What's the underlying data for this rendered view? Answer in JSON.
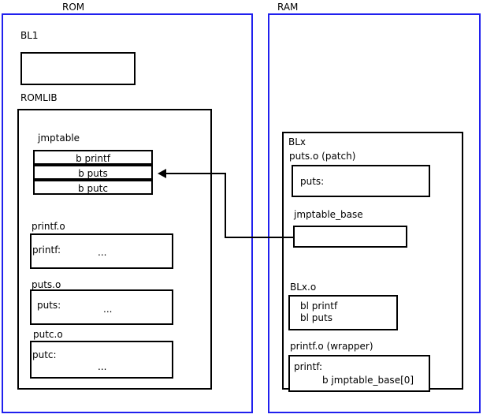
{
  "diagram": {
    "type": "block-diagram",
    "title": "ROM/RAM jump table patching layout",
    "regions": [
      {
        "name": "ROM",
        "label": "ROM",
        "color": "#2020ee"
      },
      {
        "name": "RAM",
        "label": "RAM",
        "color": "#2020ee"
      }
    ]
  },
  "rom": {
    "title": "ROM",
    "bl1": {
      "label": "BL1"
    },
    "romlib": {
      "label": "ROMLIB",
      "jmptable": {
        "label": "jmptable",
        "entries": [
          "b printf",
          "b puts",
          "b putc"
        ]
      },
      "objects": [
        {
          "label": "printf.o",
          "symbol": "printf:",
          "body": "..."
        },
        {
          "label": "puts.o",
          "symbol": "puts:",
          "body": "..."
        },
        {
          "label": "putc.o",
          "symbol": "putc:",
          "body": "..."
        }
      ]
    }
  },
  "ram": {
    "title": "RAM",
    "blx": {
      "label": "BLx",
      "puts_patch": {
        "label": "puts.o (patch)",
        "symbol": "puts:"
      },
      "jmptable_base": {
        "label": "jmptable_base"
      },
      "blx_o": {
        "label": "BLx.o",
        "lines": [
          "bl printf",
          "bl puts"
        ]
      },
      "printf_wrapper": {
        "label": "printf.o (wrapper)",
        "symbol": "printf:",
        "instruction": "b jmptable_base[0]"
      }
    }
  },
  "connector": {
    "name": "jmptable-base-to-puts-arrow",
    "from": "jmptable_base",
    "to": "jmptable entry b puts",
    "style": "orthogonal-arrow"
  }
}
